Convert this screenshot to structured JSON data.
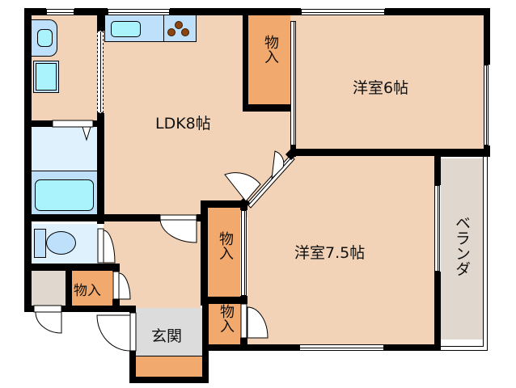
{
  "floor_plan": {
    "rooms": {
      "ldk": {
        "label": "LDK8帖"
      },
      "western_6": {
        "label": "洋室6帖"
      },
      "western_7_5": {
        "label": "洋室7.5帖"
      },
      "veranda": {
        "label": "ベランダ"
      },
      "entrance": {
        "label": "玄関"
      },
      "storage_top": {
        "label": "物入"
      },
      "storage_mid": {
        "label": "物入"
      },
      "storage_low": {
        "label": "物入"
      },
      "storage_left": {
        "label": "物入"
      }
    },
    "colors": {
      "room_floor": "#f2d3b7",
      "storage": "#f2a96d",
      "wet_area": "#dff1fd",
      "fixture_blue": "#bfe0fb",
      "fixture_cyan": "#aaf3fc",
      "veranda": "#e0d8cf",
      "entrance": "#dcdcdc",
      "wall": "#000000",
      "stove_burner": "#8b4513"
    }
  }
}
